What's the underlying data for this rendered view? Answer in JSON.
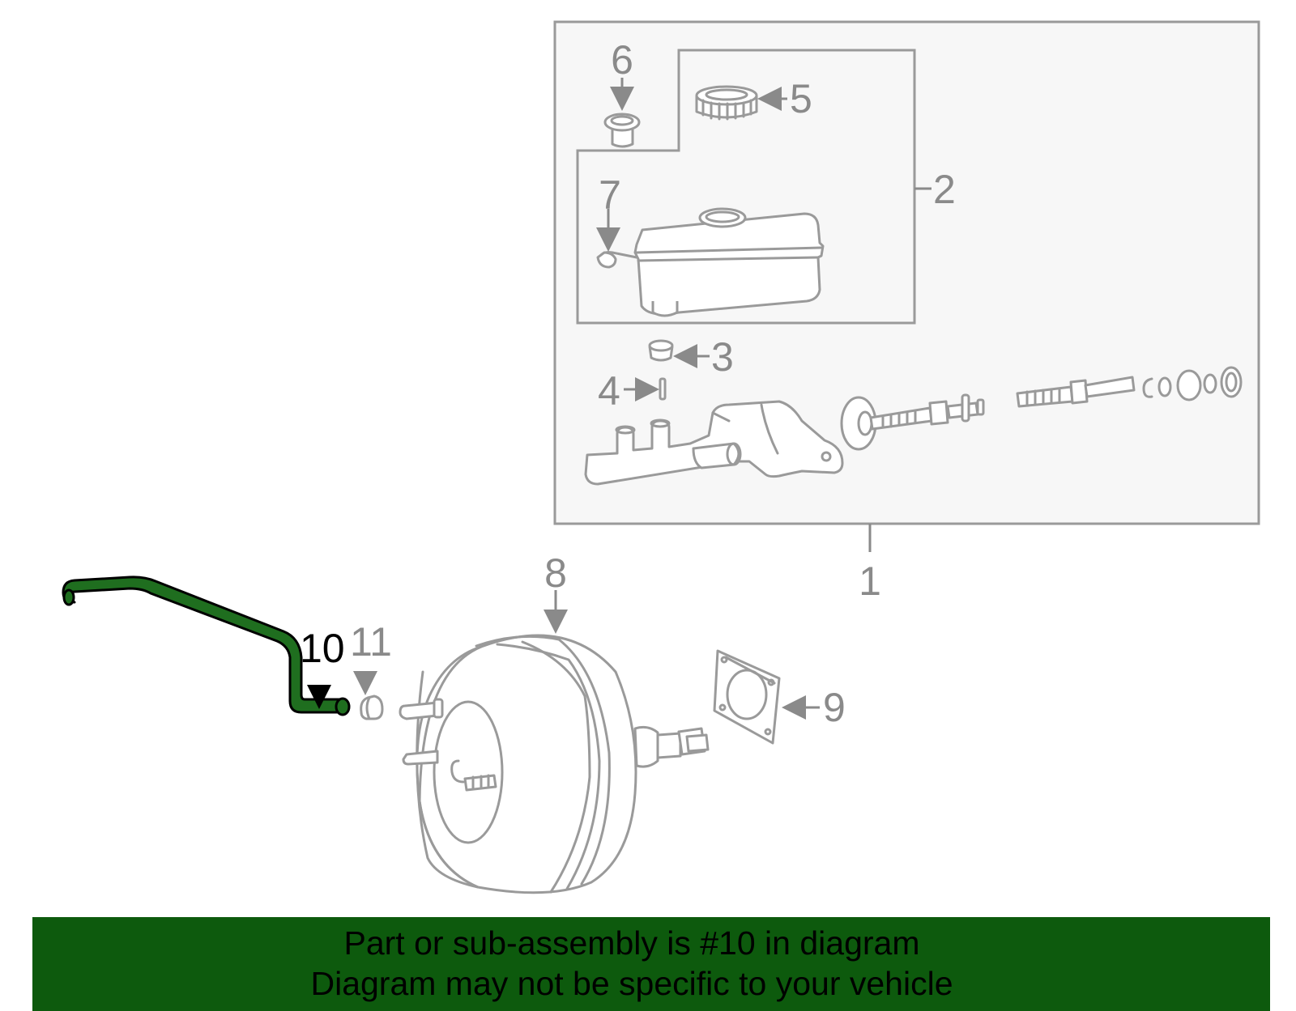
{
  "diagram": {
    "callouts": [
      {
        "id": "1",
        "label": "1"
      },
      {
        "id": "2",
        "label": "2"
      },
      {
        "id": "3",
        "label": "3"
      },
      {
        "id": "4",
        "label": "4"
      },
      {
        "id": "5",
        "label": "5"
      },
      {
        "id": "6",
        "label": "6"
      },
      {
        "id": "7",
        "label": "7"
      },
      {
        "id": "8",
        "label": "8"
      },
      {
        "id": "9",
        "label": "9"
      },
      {
        "id": "10",
        "label": "10"
      },
      {
        "id": "11",
        "label": "11"
      }
    ],
    "highlighted_part": "10",
    "highlight_color": "#1f6e1f",
    "line_color": "#9a9a9a",
    "panel_color": "#f7f7f7"
  },
  "banner": {
    "line1": "Part or sub-assembly is #10 in diagram",
    "line2": "Diagram may not be specific to your vehicle",
    "background": "#0d5a0d"
  }
}
